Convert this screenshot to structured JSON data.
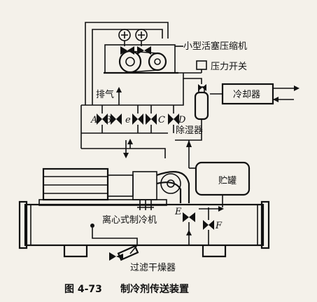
{
  "labels": {
    "compressor": "小型活塞压缩机",
    "pressure_switch": "压力开关",
    "cooler": "冷却器",
    "exhaust": "排气",
    "dehumidifier": "除湿器",
    "receiver": "贮罐",
    "chiller": "离心式制冷机",
    "filter_drier": "过滤干燥器",
    "valve_A": "A",
    "valve_B": "B",
    "valve_e": "e",
    "valve_C": "C",
    "valve_D": "D",
    "valve_E": "E",
    "valve_F": "F"
  },
  "caption": {
    "figure_no": "图 4-73",
    "title": "制冷剂传送装置"
  }
}
